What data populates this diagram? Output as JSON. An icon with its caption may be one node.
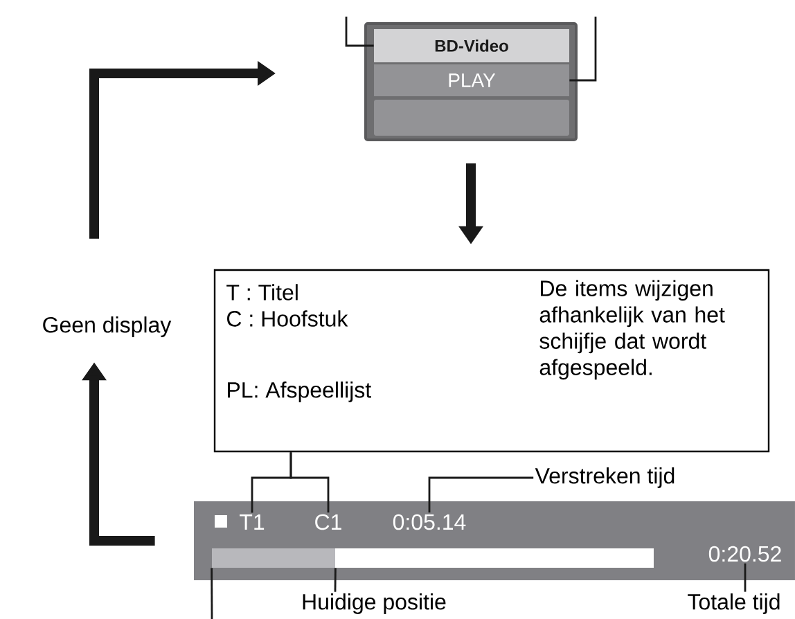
{
  "diagram": {
    "nodes": [
      {
        "text": [],
        "shape": "box"
      },
      {
        "text": [
          "BD-Video"
        ],
        "in": 0
      },
      {
        "text": [
          "PLAY"
        ],
        "in": 0
      },
      {
        "text": [],
        "shape": "box",
        "in": 0
      },
      {
        "text": [
          "T : Titel",
          "C : Hoofstuk",
          "PL: Afspeellijst",
          "De items wijzigen afhankelijk van het schijfje dat wordt afgespeeld."
        ]
      },
      {
        "text": [
          "Geen display"
        ]
      },
      {
        "text": [],
        "shape": "bar"
      },
      {
        "text": [
          "T1"
        ],
        "in": 6
      },
      {
        "text": [
          "C1"
        ],
        "in": 6
      },
      {
        "text": [
          "0:05.14"
        ],
        "in": 6
      },
      {
        "text": [
          "0:20.52"
        ],
        "in": 6
      },
      {
        "text": [],
        "shape": "bar",
        "in": 6
      },
      {
        "text": [],
        "shape": "bar",
        "in": 6
      },
      {
        "text": [
          "Verstreken tijd"
        ]
      },
      {
        "text": [
          "Huidige positie"
        ]
      },
      {
        "text": [
          "Totale tijd"
        ]
      }
    ],
    "edges": [
      {
        "from": null,
        "to": 1,
        "arrow": "none"
      },
      {
        "from": null,
        "to": 2,
        "arrow": "none"
      },
      {
        "from": 5,
        "to": 0,
        "arrow": "to",
        "style": "thick"
      },
      {
        "from": 0,
        "to": 4,
        "arrow": "to",
        "style": "thick"
      },
      {
        "from": 6,
        "to": 5,
        "arrow": "to",
        "style": "thick"
      },
      {
        "from": 4,
        "to": 7,
        "arrow": "none"
      },
      {
        "from": 4,
        "to": 8,
        "arrow": "none"
      },
      {
        "from": 13,
        "to": 9,
        "arrow": "none"
      },
      {
        "from": 14,
        "to": 11,
        "arrow": "none"
      },
      {
        "from": 15,
        "to": 10,
        "arrow": "none"
      },
      {
        "from": null,
        "to": 11,
        "arrow": "none"
      }
    ]
  }
}
